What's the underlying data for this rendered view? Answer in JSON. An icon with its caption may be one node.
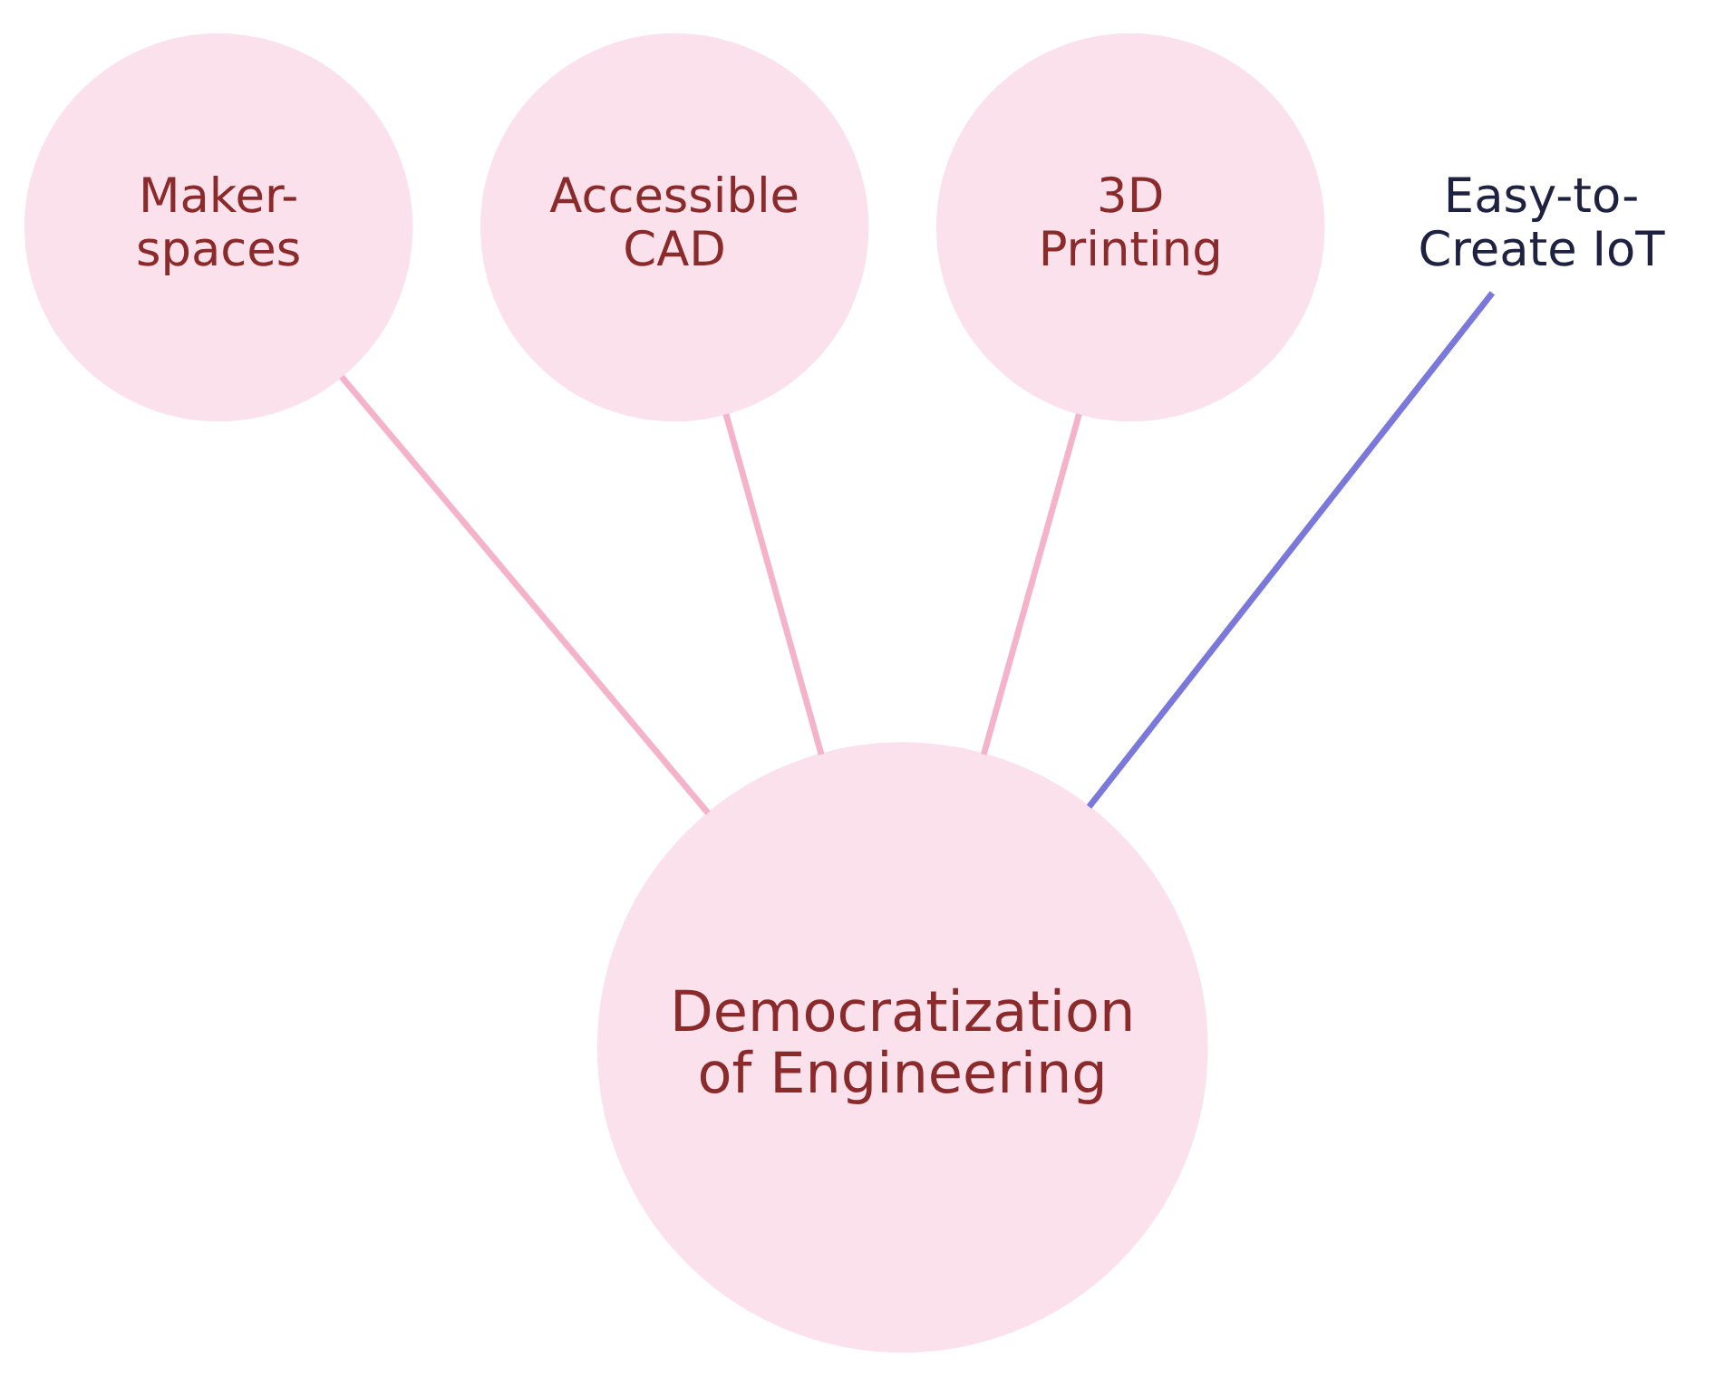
{
  "diagram": {
    "nodes": [
      {
        "text": [
          "Maker- spaces"
        ]
      },
      {
        "text": [
          "Accessible CAD"
        ]
      },
      {
        "text": [
          "3D Printing"
        ]
      },
      {
        "text": [
          "Easy-to- Create IoT"
        ]
      },
      {
        "text": [
          "Democratization of Engineering"
        ]
      }
    ],
    "edges": [
      {
        "from": 0,
        "to": 4,
        "arrow": "none"
      },
      {
        "from": 1,
        "to": 4,
        "arrow": "none"
      },
      {
        "from": 2,
        "to": 4,
        "arrow": "none"
      },
      {
        "from": 3,
        "to": 4,
        "arrow": "none",
        "color": "#7b78dc"
      }
    ]
  }
}
